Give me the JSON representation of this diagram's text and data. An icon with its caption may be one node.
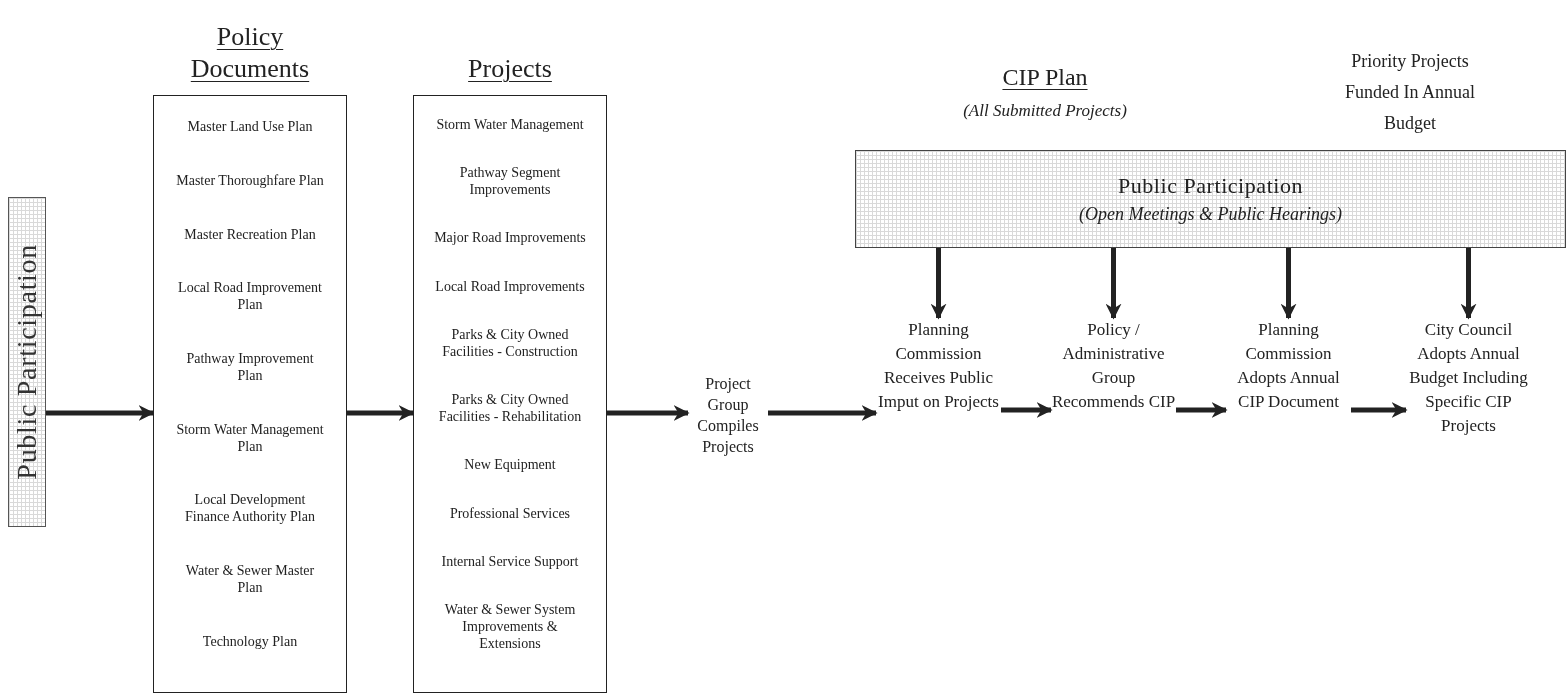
{
  "diagram": {
    "nodes": [
      {
        "text": [
          "Public Participation"
        ]
      },
      {
        "text": [
          "Policy Documents",
          "Master Land Use Plan",
          "Master Thoroughfare Plan",
          "Master Recreation Plan",
          "Local Road Improvement Plan",
          "Pathway Improvement Plan",
          "Storm Water Management Plan",
          "Local Development Finance Authority Plan",
          "Water & Sewer Master Plan",
          "Technology Plan"
        ]
      },
      {
        "text": [
          "Projects",
          "Storm Water Management",
          "Pathway Segment Improvements",
          "Major Road Improvements",
          "Local Road Improvements",
          "Parks & City Owned Facilities - Construction",
          "Parks & City Owned Facilities - Rehabilitation",
          "New Equipment",
          "Professional Services",
          "Internal Service Support",
          "Water & Sewer System Improvements & Extensions"
        ]
      },
      {
        "text": [
          "Project Group Compiles Projects"
        ]
      },
      {
        "text": [
          "Public Participation",
          "(Open Meetings & Public Hearings)"
        ]
      },
      {
        "text": [
          "Planning Commission Receives Public Imput on Projects"
        ]
      },
      {
        "text": [
          "Policy / Administrative Group Recommends CIP"
        ]
      },
      {
        "text": [
          "Planning Commission Adopts Annual CIP Document"
        ]
      },
      {
        "text": [
          "City Council Adopts Annual Budget Including Specific CIP Projects"
        ]
      }
    ],
    "edges": [
      {
        "from": 0,
        "to": 1,
        "arrow": "to"
      },
      {
        "from": 1,
        "to": 2,
        "arrow": "to"
      },
      {
        "from": 2,
        "to": 3,
        "arrow": "to"
      },
      {
        "from": 3,
        "to": 5,
        "arrow": "to"
      },
      {
        "from": 4,
        "to": 5,
        "arrow": "to"
      },
      {
        "from": 4,
        "to": 6,
        "arrow": "to"
      },
      {
        "from": 4,
        "to": 7,
        "arrow": "to"
      },
      {
        "from": 4,
        "to": 8,
        "arrow": "to"
      },
      {
        "from": 5,
        "to": 6,
        "arrow": "to"
      },
      {
        "from": 6,
        "to": 7,
        "arrow": "to"
      },
      {
        "from": 7,
        "to": 8,
        "arrow": "to"
      }
    ],
    "labels": [
      "CIP Plan",
      "(All Submitted Projects)",
      "Priority Projects Funded In Annual Budget"
    ]
  }
}
